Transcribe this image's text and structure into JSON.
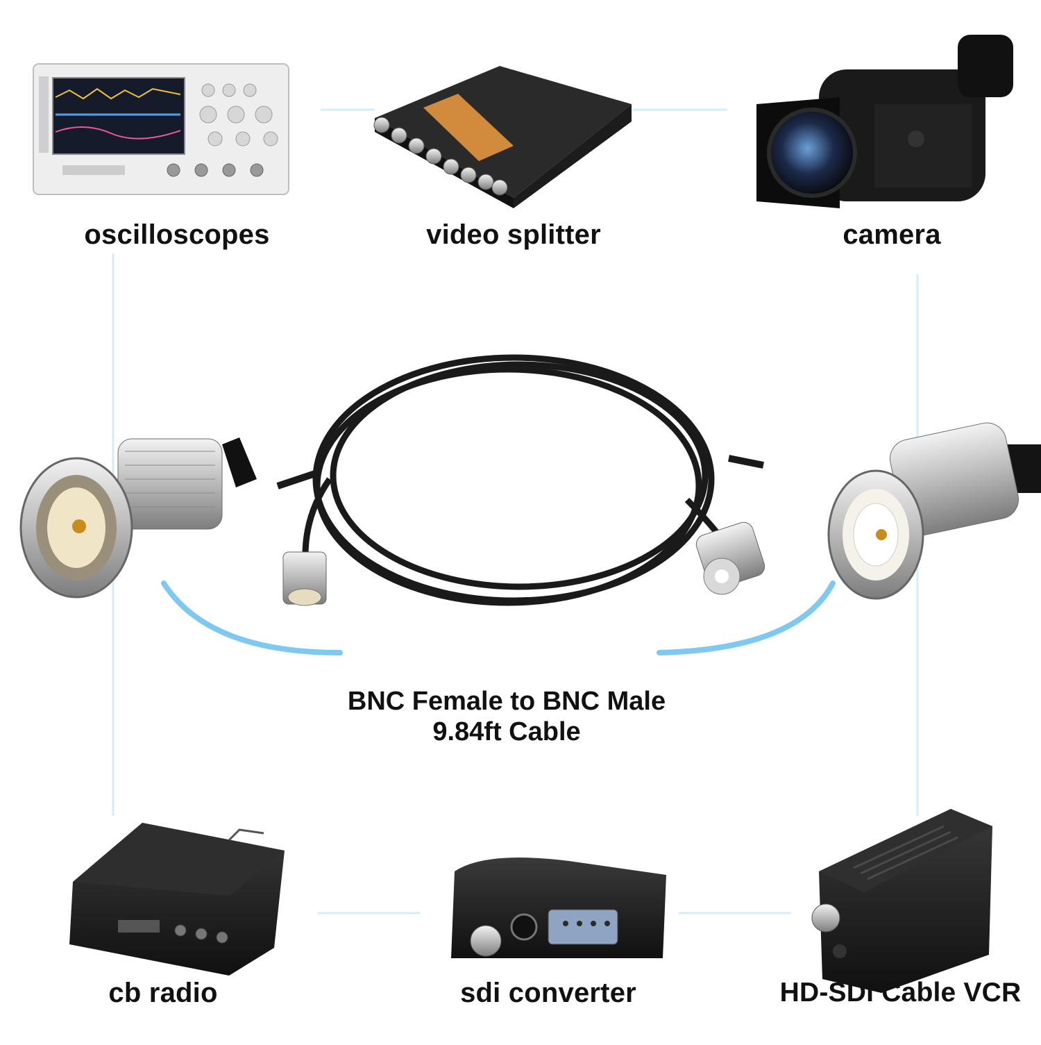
{
  "devices": {
    "oscilloscopes": "oscilloscopes",
    "video_splitter": "video splitter",
    "camera": "camera",
    "cb_radio": "cb radio",
    "sdi_converter": "sdi converter",
    "hd_sdi_vcr": "HD-SDI Cable VCR"
  },
  "product": {
    "line1": "BNC Female to BNC Male",
    "line2": "9.84ft Cable"
  },
  "colors": {
    "connector_line": "#d6ecf8",
    "arc": "#7fc8f0",
    "cable": "#1a1a1a",
    "metal": "#c9c9c9"
  }
}
